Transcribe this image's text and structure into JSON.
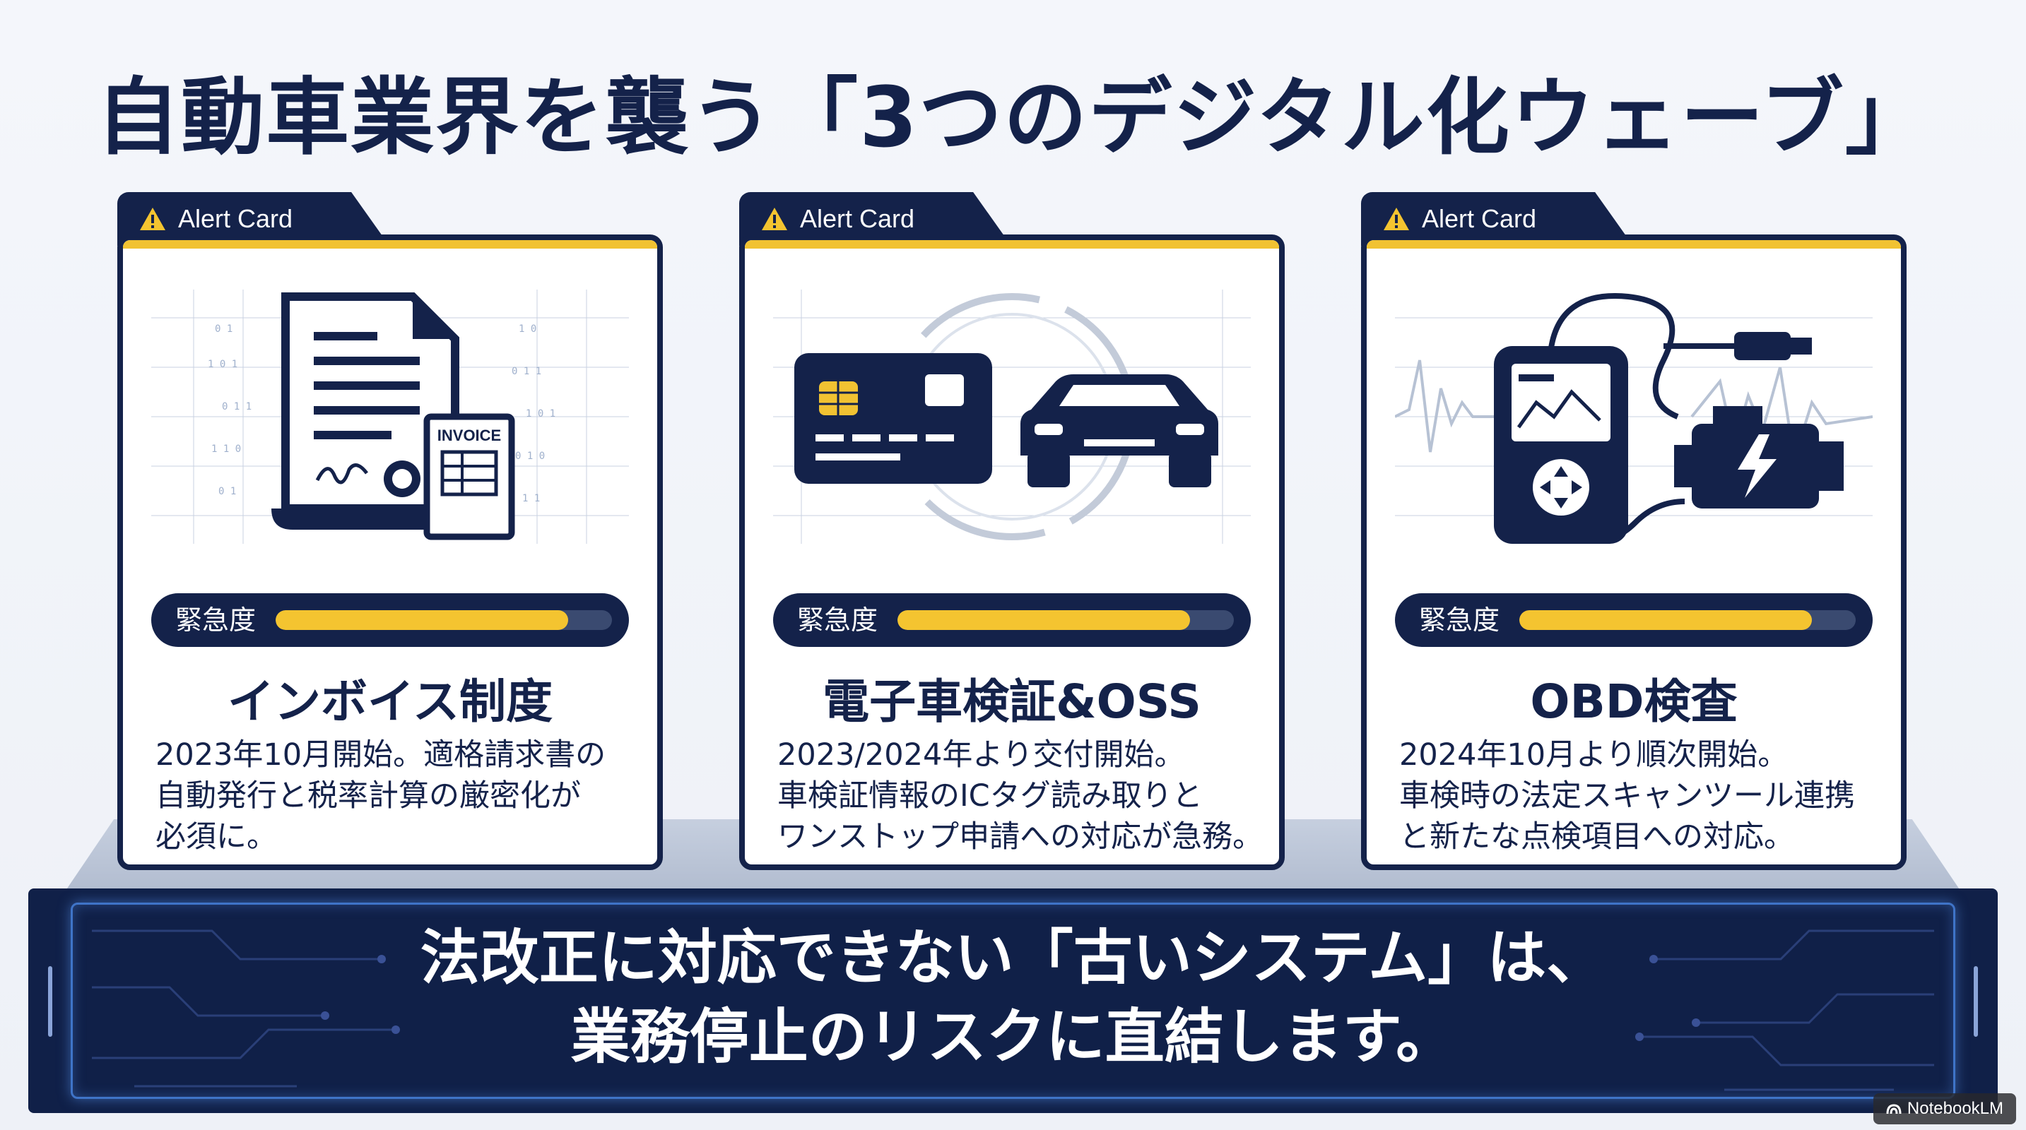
{
  "title": "自動車業界を襲う「3つのデジタル化ウェーブ」",
  "colors": {
    "navy": "#14224a",
    "accent_yellow": "#f4c430",
    "banner": "#102048",
    "glow": "#3f74c8"
  },
  "cards": [
    {
      "tab_label": "Alert Card",
      "tab_icon": "warning-icon",
      "illustration": "invoice-document-icon",
      "illustration_text": "INVOICE",
      "urgency_label": "緊急度",
      "urgency_level": 0.87,
      "title": "インボイス制度",
      "desc": "2023年10月開始。適格請求書の\n自動発行と税率計算の厳密化が\n必須に。"
    },
    {
      "tab_label": "Alert Card",
      "tab_icon": "warning-icon",
      "illustration": "ic-card-and-car-icon",
      "urgency_label": "緊急度",
      "urgency_level": 0.87,
      "title": "電子車検証&OSS",
      "desc": "2023/2024年より交付開始。\n車検証情報のICタグ読み取りと\nワンストップ申請への対応が急務。"
    },
    {
      "tab_label": "Alert Card",
      "tab_icon": "warning-icon",
      "illustration": "obd-scanner-engine-icon",
      "urgency_label": "緊急度",
      "urgency_level": 0.87,
      "title": "OBD検査",
      "desc": "2024年10月より順次開始。\n車検時の法定スキャンツール連携\nと新たな点検項目への対応。"
    }
  ],
  "banner": {
    "line1": "法改正に対応できない「古いシステム」は、",
    "line2": "業務停止のリスクに直結します。"
  },
  "watermark": "NotebookLM"
}
